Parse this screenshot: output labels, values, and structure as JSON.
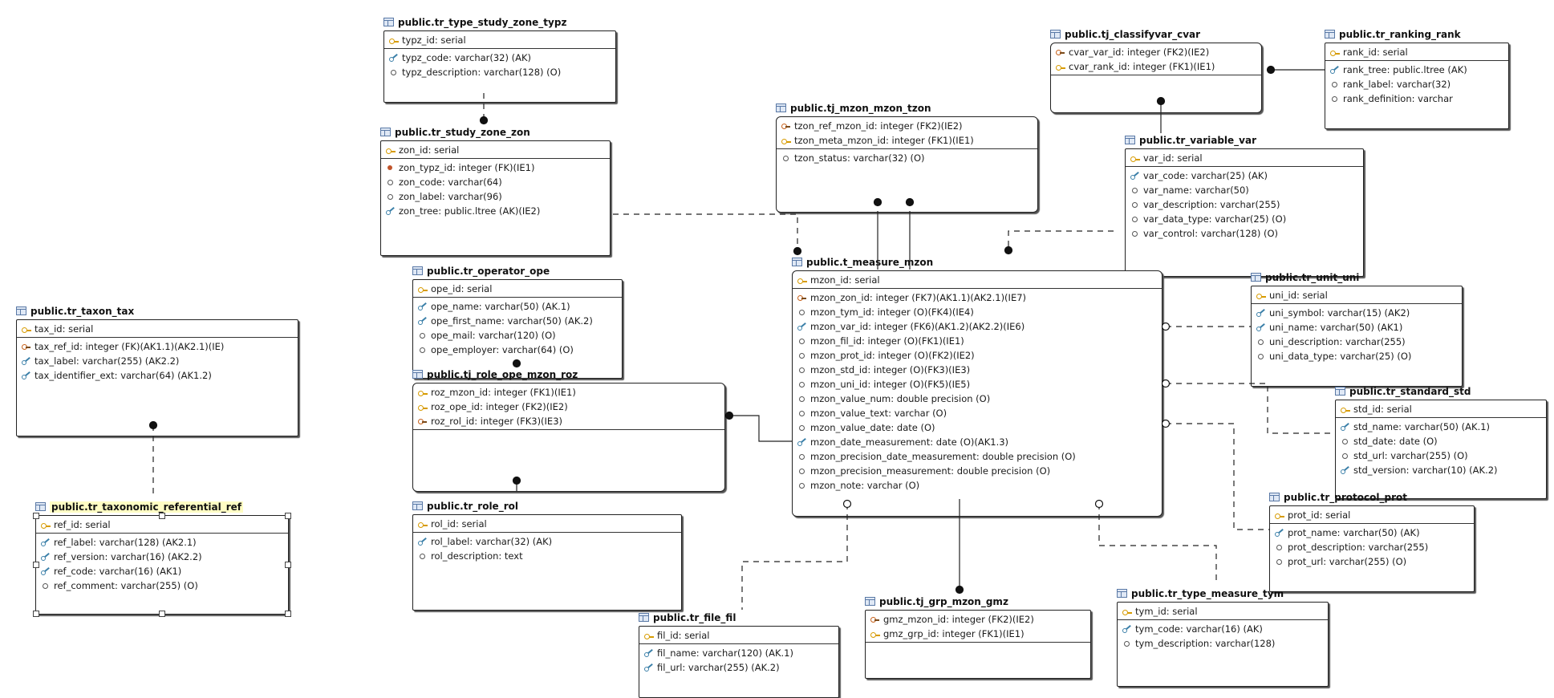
{
  "entities": [
    {
      "id": "typz",
      "title": "public.tr_type_study_zone_typz",
      "pk": [
        {
          "t": "pk",
          "text": "typz_id: serial"
        }
      ],
      "attrs": [
        {
          "t": "ak",
          "text": "typz_code: varchar(32) (AK)"
        },
        {
          "t": "dot",
          "text": "typz_description: varchar(128) (O)"
        }
      ]
    },
    {
      "id": "zon",
      "title": "public.tr_study_zone_zon",
      "pk": [
        {
          "t": "pk",
          "text": "zon_id: serial"
        }
      ],
      "attrs": [
        {
          "t": "fkdot",
          "text": "zon_typz_id: integer (FK)(IE1)"
        },
        {
          "t": "dot",
          "text": "zon_code: varchar(64)"
        },
        {
          "t": "dot",
          "text": "zon_label: varchar(96)"
        },
        {
          "t": "ak",
          "text": "zon_tree: public.ltree (AK)(IE2)"
        }
      ]
    },
    {
      "id": "tzon",
      "title": "public.tj_mzon_mzon_tzon",
      "pk": [
        {
          "t": "fk",
          "text": "tzon_ref_mzon_id: integer (FK2)(IE2)"
        },
        {
          "t": "pk",
          "text": "tzon_meta_mzon_id: integer (FK1)(IE1)"
        }
      ],
      "attrs": [
        {
          "t": "dot",
          "text": "tzon_status: varchar(32) (O)"
        }
      ]
    },
    {
      "id": "cvar",
      "title": "public.tj_classifyvar_cvar",
      "pk": [
        {
          "t": "fk",
          "text": "cvar_var_id: integer (FK2)(IE2)"
        },
        {
          "t": "pk",
          "text": "cvar_rank_id: integer (FK1)(IE1)"
        }
      ],
      "attrs": []
    },
    {
      "id": "rank",
      "title": "public.tr_ranking_rank",
      "pk": [
        {
          "t": "pk",
          "text": "rank_id: serial"
        }
      ],
      "attrs": [
        {
          "t": "ak",
          "text": "rank_tree: public.ltree (AK)"
        },
        {
          "t": "dot",
          "text": "rank_label: varchar(32)"
        },
        {
          "t": "dot",
          "text": "rank_definition: varchar"
        }
      ]
    },
    {
      "id": "var",
      "title": "public.tr_variable_var",
      "pk": [
        {
          "t": "pk",
          "text": "var_id: serial"
        }
      ],
      "attrs": [
        {
          "t": "ak",
          "text": "var_code: varchar(25) (AK)"
        },
        {
          "t": "dot",
          "text": "var_name: varchar(50)"
        },
        {
          "t": "dot",
          "text": "var_description: varchar(255)"
        },
        {
          "t": "dot",
          "text": "var_data_type: varchar(25) (O)"
        },
        {
          "t": "dot",
          "text": "var_control: varchar(128) (O)"
        }
      ]
    },
    {
      "id": "ope",
      "title": "public.tr_operator_ope",
      "pk": [
        {
          "t": "pk",
          "text": "ope_id: serial"
        }
      ],
      "attrs": [
        {
          "t": "ak",
          "text": "ope_name: varchar(50) (AK.1)"
        },
        {
          "t": "ak",
          "text": "ope_first_name: varchar(50) (AK.2)"
        },
        {
          "t": "dot",
          "text": "ope_mail: varchar(120) (O)"
        },
        {
          "t": "dot",
          "text": "ope_employer: varchar(64) (O)"
        }
      ]
    },
    {
      "id": "mzon",
      "title": "public.t_measure_mzon",
      "pk": [
        {
          "t": "pk",
          "text": "mzon_id: serial"
        }
      ],
      "attrs": [
        {
          "t": "fk",
          "text": "mzon_zon_id: integer (FK7)(AK1.1)(AK2.1)(IE7)"
        },
        {
          "t": "dot",
          "text": "mzon_tym_id: integer (O)(FK4)(IE4)"
        },
        {
          "t": "ak",
          "text": "mzon_var_id: integer (FK6)(AK1.2)(AK2.2)(IE6)"
        },
        {
          "t": "dot",
          "text": "mzon_fil_id: integer (O)(FK1)(IE1)"
        },
        {
          "t": "dot",
          "text": "mzon_prot_id: integer (O)(FK2)(IE2)"
        },
        {
          "t": "dot",
          "text": "mzon_std_id: integer (O)(FK3)(IE3)"
        },
        {
          "t": "dot",
          "text": "mzon_uni_id: integer (O)(FK5)(IE5)"
        },
        {
          "t": "dot",
          "text": "mzon_value_num: double precision (O)"
        },
        {
          "t": "dot",
          "text": "mzon_value_text: varchar (O)"
        },
        {
          "t": "dot",
          "text": "mzon_value_date: date (O)"
        },
        {
          "t": "ak",
          "text": "mzon_date_measurement: date (O)(AK1.3)"
        },
        {
          "t": "dot",
          "text": "mzon_precision_date_measurement: double precision (O)"
        },
        {
          "t": "dot",
          "text": "mzon_precision_measurement: double precision (O)"
        },
        {
          "t": "dot",
          "text": "mzon_note: varchar (O)"
        }
      ]
    },
    {
      "id": "unit",
      "title": "public.tr_unit_uni",
      "pk": [
        {
          "t": "pk",
          "text": "uni_id: serial"
        }
      ],
      "attrs": [
        {
          "t": "ak",
          "text": "uni_symbol: varchar(15) (AK2)"
        },
        {
          "t": "ak",
          "text": "uni_name: varchar(50) (AK1)"
        },
        {
          "t": "dot",
          "text": "uni_description: varchar(255)"
        },
        {
          "t": "dot",
          "text": "uni_data_type: varchar(25) (O)"
        }
      ]
    },
    {
      "id": "tax",
      "title": "public.tr_taxon_tax",
      "pk": [
        {
          "t": "pk",
          "text": "tax_id: serial"
        }
      ],
      "attrs": [
        {
          "t": "fk",
          "text": "tax_ref_id: integer (FK)(AK1.1)(AK2.1)(IE)"
        },
        {
          "t": "ak",
          "text": "tax_label: varchar(255) (AK2.2)"
        },
        {
          "t": "ak",
          "text": "tax_identifier_ext: varchar(64) (AK1.2)"
        }
      ]
    },
    {
      "id": "roz",
      "title": "public.tj_role_ope_mzon_roz",
      "pk": [
        {
          "t": "pk",
          "text": "roz_mzon_id: integer (FK1)(IE1)"
        },
        {
          "t": "pk",
          "text": "roz_ope_id: integer (FK2)(IE2)"
        },
        {
          "t": "fk",
          "text": "roz_rol_id: integer (FK3)(IE3)"
        }
      ],
      "attrs": []
    },
    {
      "id": "std",
      "title": "public.tr_standard_std",
      "pk": [
        {
          "t": "pk",
          "text": "std_id: serial"
        }
      ],
      "attrs": [
        {
          "t": "ak",
          "text": "std_name: varchar(50) (AK.1)"
        },
        {
          "t": "dot",
          "text": "std_date: date (O)"
        },
        {
          "t": "dot",
          "text": "std_url: varchar(255) (O)"
        },
        {
          "t": "ak",
          "text": "std_version: varchar(10) (AK.2)"
        }
      ]
    },
    {
      "id": "prot",
      "title": "public.tr_protocol_prot",
      "pk": [
        {
          "t": "pk",
          "text": "prot_id: serial"
        }
      ],
      "attrs": [
        {
          "t": "ak",
          "text": "prot_name: varchar(50) (AK)"
        },
        {
          "t": "dot",
          "text": "prot_description: varchar(255)"
        },
        {
          "t": "dot",
          "text": "prot_url: varchar(255) (O)"
        }
      ]
    },
    {
      "id": "ref",
      "title": "public.tr_taxonomic_referential_ref",
      "selected": true,
      "pk": [
        {
          "t": "pk",
          "text": "ref_id: serial"
        }
      ],
      "attrs": [
        {
          "t": "ak",
          "text": "ref_label: varchar(128) (AK2.1)"
        },
        {
          "t": "ak",
          "text": "ref_version: varchar(16) (AK2.2)"
        },
        {
          "t": "ak",
          "text": "ref_code: varchar(16) (AK1)"
        },
        {
          "t": "dot",
          "text": "ref_comment: varchar(255) (O)"
        }
      ]
    },
    {
      "id": "rol",
      "title": "public.tr_role_rol",
      "pk": [
        {
          "t": "pk",
          "text": "rol_id: serial"
        }
      ],
      "attrs": [
        {
          "t": "ak",
          "text": "rol_label: varchar(32) (AK)"
        },
        {
          "t": "dot",
          "text": "rol_description: text"
        }
      ]
    },
    {
      "id": "fil",
      "title": "public.tr_file_fil",
      "pk": [
        {
          "t": "pk",
          "text": "fil_id: serial"
        }
      ],
      "attrs": [
        {
          "t": "ak",
          "text": "fil_name: varchar(120) (AK.1)"
        },
        {
          "t": "ak",
          "text": "fil_url: varchar(255) (AK.2)"
        }
      ]
    },
    {
      "id": "gmz",
      "title": "public.tj_grp_mzon_gmz",
      "pk": [
        {
          "t": "fk",
          "text": "gmz_mzon_id: integer (FK2)(IE2)"
        },
        {
          "t": "pk",
          "text": "gmz_grp_id: integer (FK1)(IE1)"
        }
      ],
      "attrs": []
    },
    {
      "id": "tym",
      "title": "public.tr_type_measure_tym",
      "pk": [
        {
          "t": "pk",
          "text": "tym_id: serial"
        }
      ],
      "attrs": [
        {
          "t": "ak",
          "text": "tym_code: varchar(16) (AK)"
        },
        {
          "t": "dot",
          "text": "tym_description: varchar(128)"
        }
      ]
    }
  ]
}
